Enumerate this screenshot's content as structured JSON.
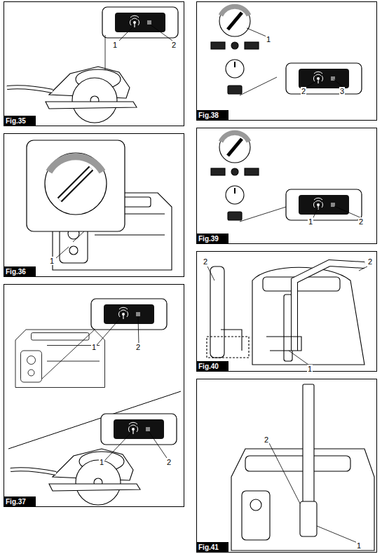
{
  "diagram": {
    "nodes": [
      {
        "text": [
          "Fig.35"
        ]
      },
      {
        "text": [
          "Fig.36"
        ]
      },
      {
        "text": [
          "Fig.37"
        ]
      },
      {
        "text": [
          "Fig.38"
        ]
      },
      {
        "text": [
          "Fig.39"
        ]
      },
      {
        "text": [
          "Fig.40"
        ]
      },
      {
        "text": [
          "Fig.41"
        ]
      }
    ],
    "labels": [
      "1",
      "2",
      "1",
      "1",
      "2",
      "1",
      "2",
      "1",
      "2",
      "3",
      "1",
      "2",
      "2",
      "2",
      "1",
      "2",
      "1"
    ]
  }
}
